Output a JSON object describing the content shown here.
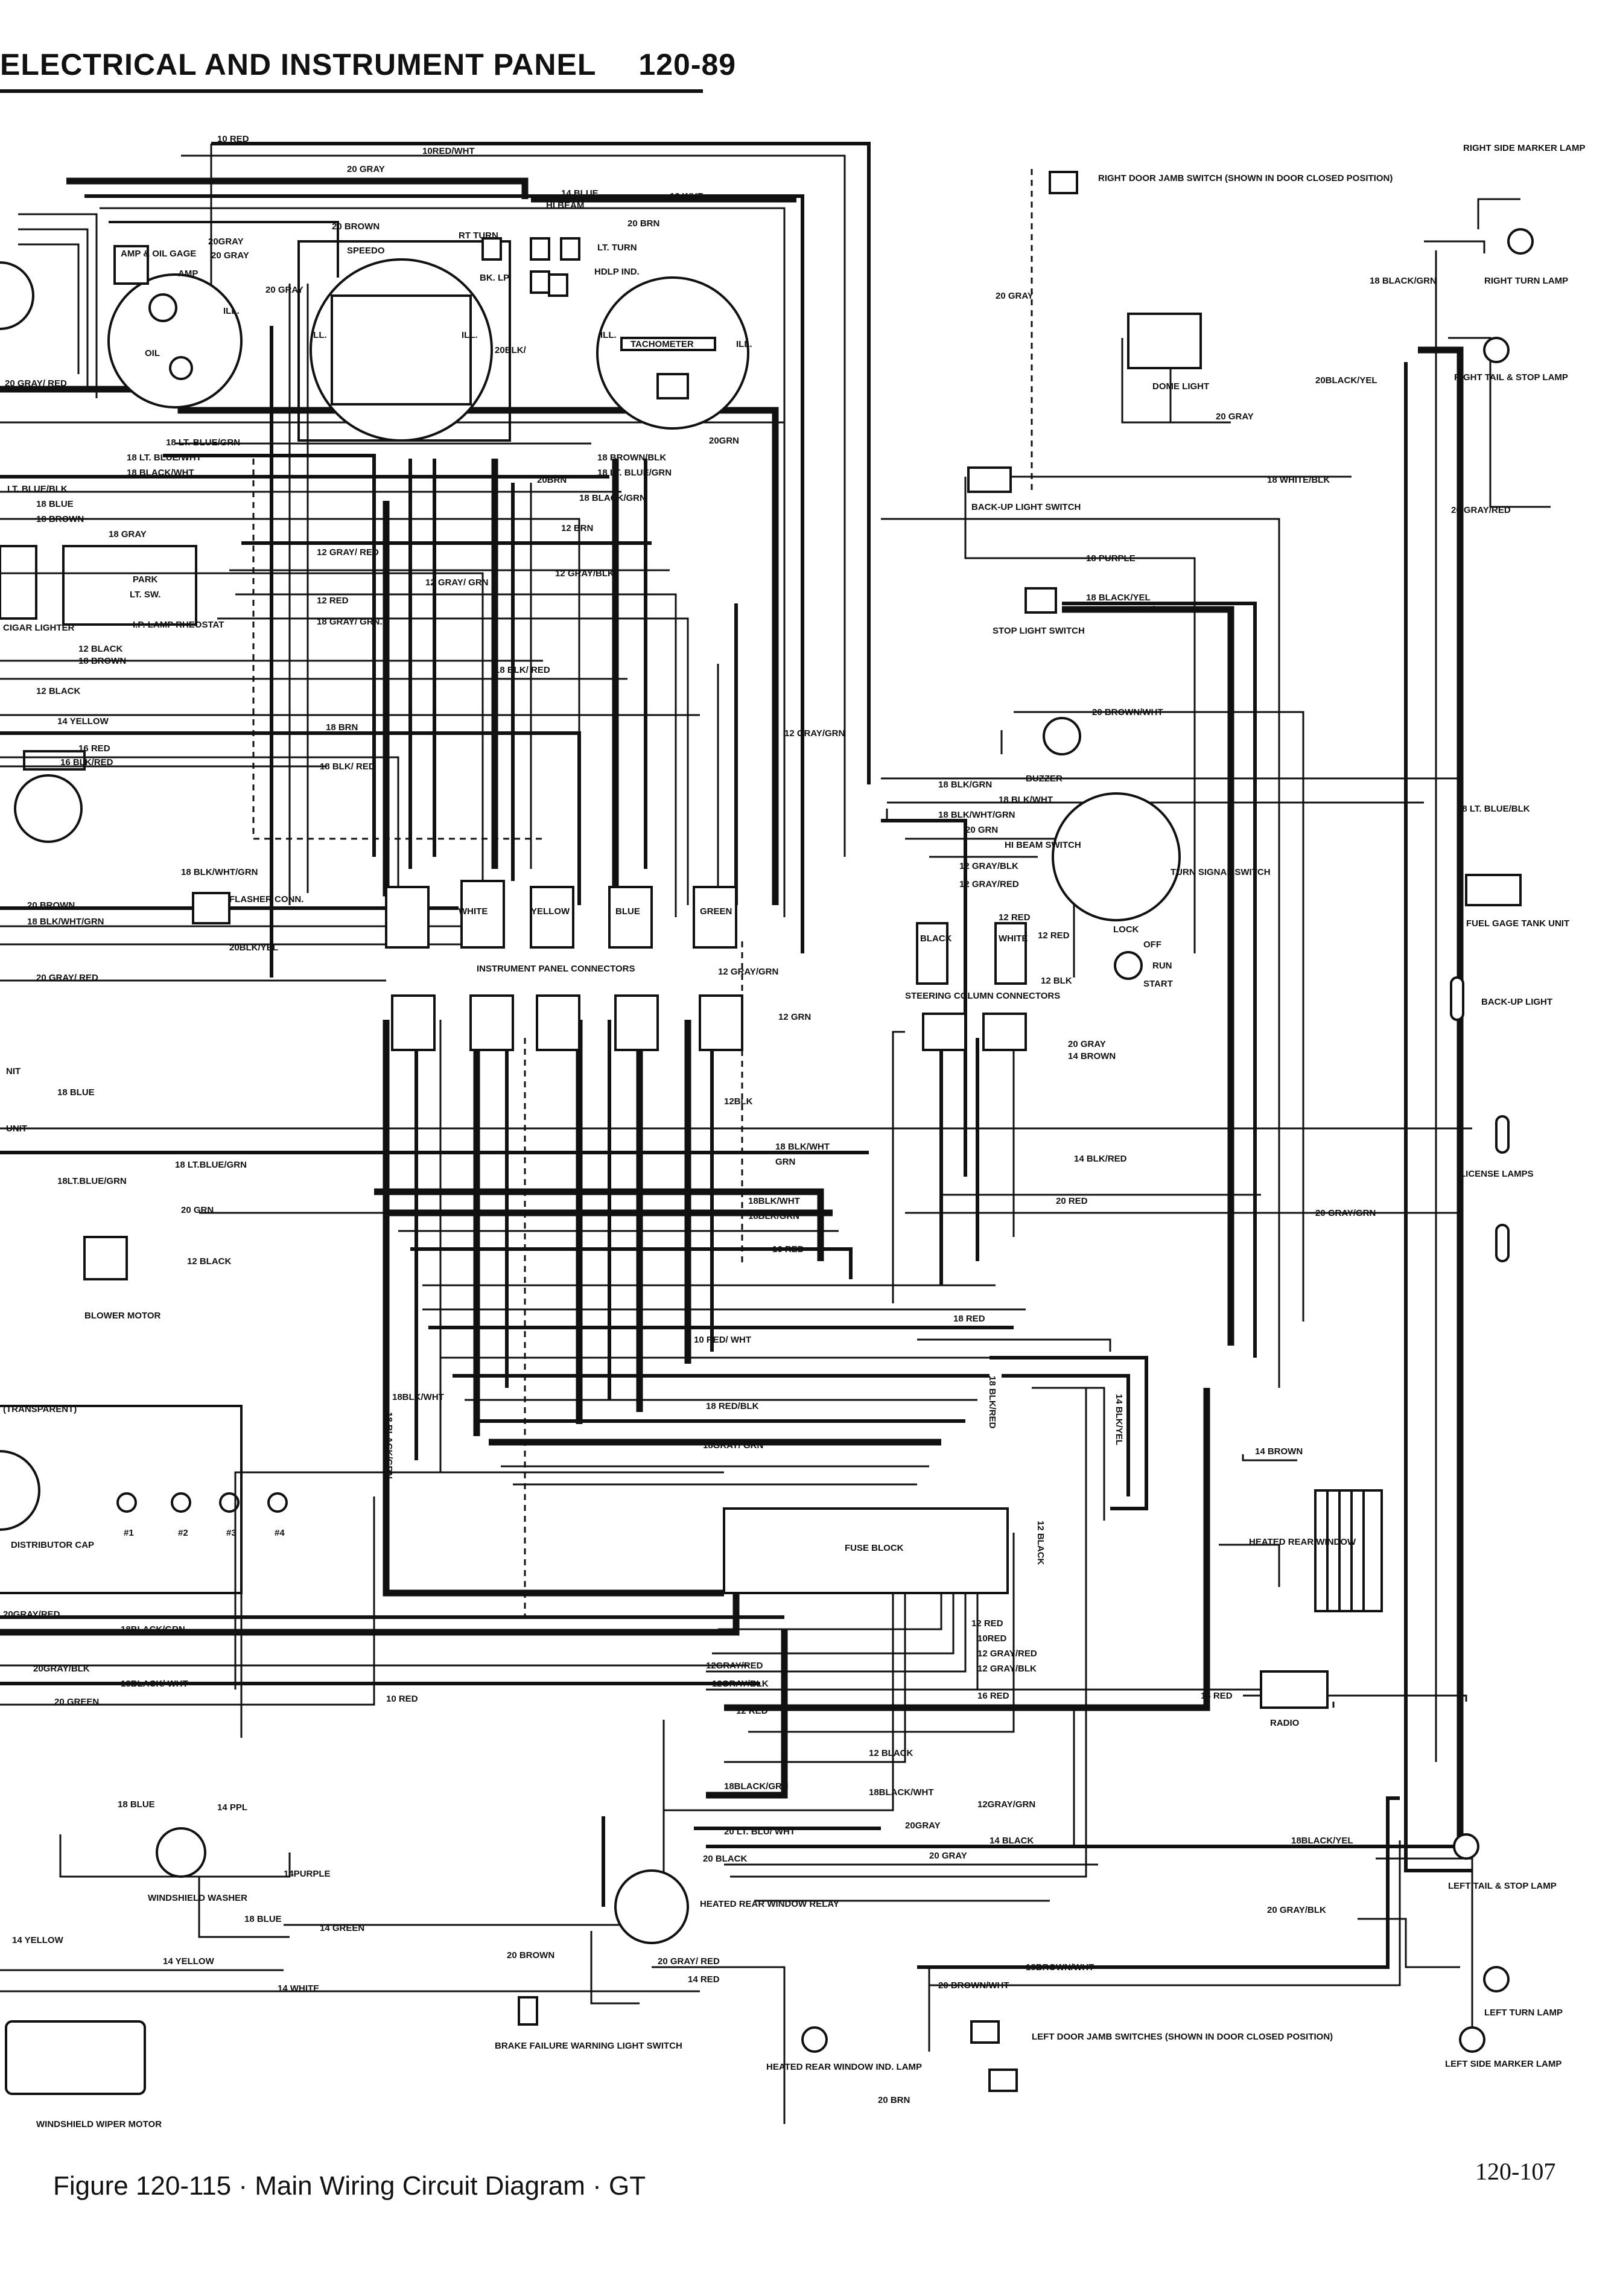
{
  "header": {
    "title": "ELECTRICAL AND INSTRUMENT PANEL",
    "page_ref": "120-89"
  },
  "caption": "Figure 120-115 · Main Wiring Circuit Diagram · GT",
  "page_number": "120-107",
  "labels": {
    "w10red": "10 RED",
    "w10redwht": "10RED/WHT",
    "w20gray_top": "20 GRAY",
    "w12wht": "12 WHT",
    "w14blue": "14 BLUE",
    "hibeam": "HI BEAM",
    "w20brn_top": "20 BRN",
    "w20brown": "20 BROWN",
    "speedo": "SPEEDO",
    "rtturn": "RT TURN",
    "ltturn": "LT. TURN",
    "bklp": "BK. LP.",
    "hdlrind": "HDLP IND.",
    "tach": "TACHOMETER",
    "ampoil": "AMP & OIL GAGE",
    "amp": "AMP",
    "oil": "OIL",
    "ill": "ILL.",
    "w20grayA": "20GRAY",
    "w20grayB": "20 GRAY",
    "w20blk": "20BLK/",
    "w20grn": "20GRN",
    "w20brn2": "20BRN",
    "ltblue_blk": "LT. BLUE/BLK",
    "w18ltbluegrn": "18 LT. BLUE/GRN",
    "w18ltbluewht": "18 LT. BLUE/WHT",
    "w18blackwht": "18 BLACK/WHT",
    "w18brownblk": "18 BROWN/BLK",
    "w18ltbluegrn2": "18 LT. BLUE/GRN",
    "w18blackgrn": "18 BLACK/GRN",
    "w18blue": "18 BLUE",
    "w18brown": "18 BROWN",
    "w18gray": "18 GRAY",
    "w12brn": "12 BRN",
    "w12grayred": "12 GRAY/ RED",
    "w12grayblk": "12 GRAY/BLK",
    "w12graygrn": "12 GRAY/ GRN",
    "w12red": "12 RED",
    "w18graygrn": "18 GRAY/ GRN.",
    "park": "PARK",
    "ltsw": "LT. SW.",
    "rheostat": "I.P. LAMP RHEOSTAT",
    "cigar": "CIGAR LIGHTER",
    "w12black": "12 BLACK",
    "w18brown2": "18 BROWN",
    "w12black2": "12 BLACK",
    "w14yellow": "14 YELLOW",
    "w18blkred": "18 BLK/ RED",
    "w16red": "16 RED",
    "w16blkred": "16 BLK/RED",
    "w18brn": "18 BRN",
    "w18blkred2": "18 BLK/ RED",
    "w12graygrn2": "12 GRAY/GRN",
    "w18blkwhtgrn": "18 BLK/WHT/GRN",
    "flasher": "FLASHER CONN.",
    "w20brownL": "20 BROWN",
    "w18blkwhtgrnL": "18 BLK/WHT/GRN",
    "w20blkyel": "20BLK/YEL",
    "w20grayred": "20 GRAY/ RED",
    "ipconn": "INSTRUMENT PANEL CONNECTORS",
    "w12graygrn3": "12 GRAY/GRN",
    "w12grn": "12 GRN",
    "w12blk": "12BLK",
    "w18blue2": "18 BLUE",
    "w18ltbluegrn3": "18 LT.BLUE/GRN",
    "w18ltbluegrn4": "18LT.BLUE/GRN",
    "w20grn2": "20 GRN",
    "w12black3": "12 BLACK",
    "blower": "BLOWER MOTOR",
    "w18blkwht": "18 BLK/WHT",
    "grn": "GRN",
    "w18blkwht2": "18BLK/WHT",
    "w18blkgrn": "18BLK/GRN",
    "w16red2": "16 RED",
    "w18red": "18 RED",
    "w10redwht2": "10 RED/ WHT",
    "w18redblk": "18 RED/BLK",
    "w18graygrn2": "18GRAY/ GRN",
    "w18blkwht3": "18BLK/WHT",
    "vert1": "18 BLACK/GRN",
    "vert2": "18 BLK/RED",
    "vert3": "14 BLK/YEL",
    "vert4": "12 BLACK",
    "transparent": "(TRANSPARENT)",
    "distributor": "DISTRIBUTOR CAP",
    "cyl1": "#1",
    "cyl2": "#2",
    "cyl3": "#3",
    "cyl4": "#4",
    "fuseblock": "FUSE BLOCK",
    "w20grayred2": "20GRAY/RED",
    "w18blackgrn2": "18BLACK/GRN",
    "w20grayblk": "20GRAY/BLK",
    "w18blackwht2": "18BLACK/ WHT",
    "w20green": "20 GREEN",
    "w10red2": "10 RED",
    "w12red2": "12 RED",
    "w10red3": "10RED",
    "w12grayred2": "12 GRAY/RED",
    "w12grayblk2": "12 GRAY/BLK",
    "w12grayred3": "12GRAY/RED",
    "w12grayblk3": "12GRAY/BLK",
    "w12red3": "12 RED",
    "w16red3": "16 RED",
    "w12black4": "12 BLACK",
    "w16red4": "16 RED",
    "radio": "RADIO",
    "w18blackgrn3": "18BLACK/GRN",
    "w18blackwht3": "18BLACK/WHT",
    "w12graygrn4": "12GRAY/GRN",
    "w20gray2": "20GRAY",
    "w14black": "14 BLACK",
    "w20gray3": "20 GRAY",
    "w18blackyel": "18BLACK/YEL",
    "w18blue3": "18 BLUE",
    "w14ppl": "14 PPL",
    "w14purple": "14PURPLE",
    "washer": "WINDSHIELD WASHER",
    "w18blue4": "18 BLUE",
    "w14green": "14 GREEN",
    "w14yellow2": "14 YELLOW",
    "w14yellow3": "14 YELLOW",
    "w14white": "14 WHITE",
    "wiper": "WINDSHIELD WIPER MOTOR",
    "w20ltbluwht": "20 LT. BLU/ WHT",
    "w20black": "20 BLACK",
    "heatedrelay": "HEATED REAR WINDOW RELAY",
    "w20brown2": "20 BROWN",
    "w20grayred3": "20 GRAY/ RED",
    "w14red": "14 RED",
    "brakefail": "BRAKE FAILURE WARNING LIGHT SWITCH",
    "heatedind": "HEATED REAR WINDOW IND. LAMP",
    "w20brn3": "20 BRN",
    "w18brownwht": "18BROWN/WHT",
    "w20brownwht": "20 BROWN/WHT",
    "leftdoor": "LEFT DOOR JAMB SWITCHES (SHOWN IN DOOR CLOSED POSITION)",
    "rightdoor": "RIGHT DOOR JAMB SWITCH (SHOWN IN DOOR CLOSED POSITION)",
    "w20gray4": "20 GRAY",
    "domelight": "DOME LIGHT",
    "w20gray5": "20 GRAY",
    "rightsidemarker": "RIGHT SIDE MARKER LAMP",
    "w18blackgrn4": "18 BLACK/GRN",
    "rightturn": "RIGHT TURN LAMP",
    "w20blackyel": "20BLACK/YEL",
    "righttail": "RIGHT TAIL & STOP LAMP",
    "w20grayred4": "20 GRAY/RED",
    "w18whiteblk": "18 WHITE/BLK",
    "backupsw": "BACK-UP LIGHT SWITCH",
    "w18purple": "18 PURPLE",
    "w18blackyel2": "18 BLACK/YEL",
    "w18blackred": "18BLACK/RED",
    "stoplight": "STOP LIGHT SWITCH",
    "w20brownwht2": "20 BROWN/WHT",
    "buzzer": "BUZZER",
    "w18blkgrn2": "18 BLK/GRN",
    "w18blkwht4": "18 BLK/WHT",
    "w18blkwhtgrn2": "18 BLK/WHT/GRN",
    "w20grn3": "20 GRN",
    "hibeamsw": "HI BEAM SWITCH",
    "w12grayblk4": "12 GRAY/BLK",
    "w12grayred4": "12 GRAY/RED",
    "turnsig": "TURN SIGNAL SWITCH",
    "w18ltblueblk": "18 LT. BLUE/BLK",
    "fuelgage": "FUEL GAGE TANK UNIT",
    "w12red4": "12 RED",
    "w12red5": "12 RED",
    "lock": "LOCK",
    "off": "OFF",
    "run": "RUN",
    "start": "START",
    "w12blk2": "12 BLK",
    "steering": "STEERING COLUMN CONNECTORS",
    "w20gray6": "20 GRAY",
    "w14brown": "14 BROWN",
    "backuplight": "BACK-UP LIGHT",
    "w14blkred": "14 BLK/RED",
    "w20red": "20 RED",
    "w20graygrn": "20 GRAY/GRN",
    "license": "LICENSE LAMPS",
    "w14brown2": "14 BROWN",
    "heatedwindow": "HEATED REAR WINDOW",
    "w20grayblk2": "20 GRAY/BLK",
    "lefttail": "LEFT TAIL & STOP LAMP",
    "leftturn": "LEFT TURN LAMP",
    "leftsidemarker": "LEFT SIDE MARKER LAMP",
    "black_conn": "BLACK",
    "white_conn": "WHITE",
    "yellow_conn": "YELLOW",
    "blue_conn": "BLUE",
    "green_conn": "GREEN",
    "nit": "NIT",
    "unit": "UNIT"
  }
}
